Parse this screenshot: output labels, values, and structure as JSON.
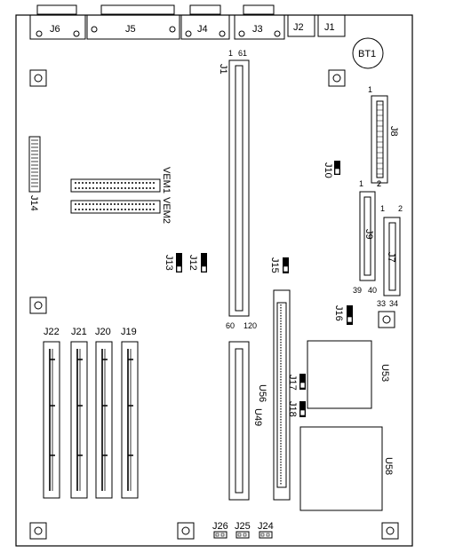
{
  "board": {
    "connectors_top": [
      {
        "id": "j6",
        "label": "J6"
      },
      {
        "id": "j5",
        "label": "J5"
      },
      {
        "id": "j4",
        "label": "J4"
      },
      {
        "id": "j3",
        "label": "J3"
      },
      {
        "id": "j2",
        "label": "J2"
      },
      {
        "id": "j1",
        "label": "J1"
      }
    ],
    "battery": "BT1",
    "j1_slot": {
      "label": "J1",
      "pin_top_a": "1",
      "pin_top_b": "61",
      "pin_bot_a": "60",
      "pin_bot_b": "120"
    },
    "j8": {
      "label": "J8",
      "pin_top": "1",
      "pin_bot": "2"
    },
    "j10": "J10",
    "j9": {
      "label": "J9",
      "pin_top_a": "1",
      "pin_top_b": "2",
      "pin_bot_a": "39",
      "pin_bot_b": "40"
    },
    "j7": {
      "label": "J7",
      "pin_top_a": "1",
      "pin_top_b": "2",
      "pin_bot_a": "33",
      "pin_bot_b": "34"
    },
    "j14": "J14",
    "vem1": "VEM1",
    "vem2": "VEM2",
    "j13": "J13",
    "j12": "J12",
    "j15": "J15",
    "j16": "J16",
    "j17": "J17",
    "j18": "J18",
    "u53": "U53",
    "u56": "U56",
    "u49": "U49",
    "u58": "U58",
    "simm_slots": [
      "J22",
      "J21",
      "J20",
      "J19"
    ],
    "bottom_jumpers": [
      "J26",
      "J25",
      "J24"
    ]
  }
}
